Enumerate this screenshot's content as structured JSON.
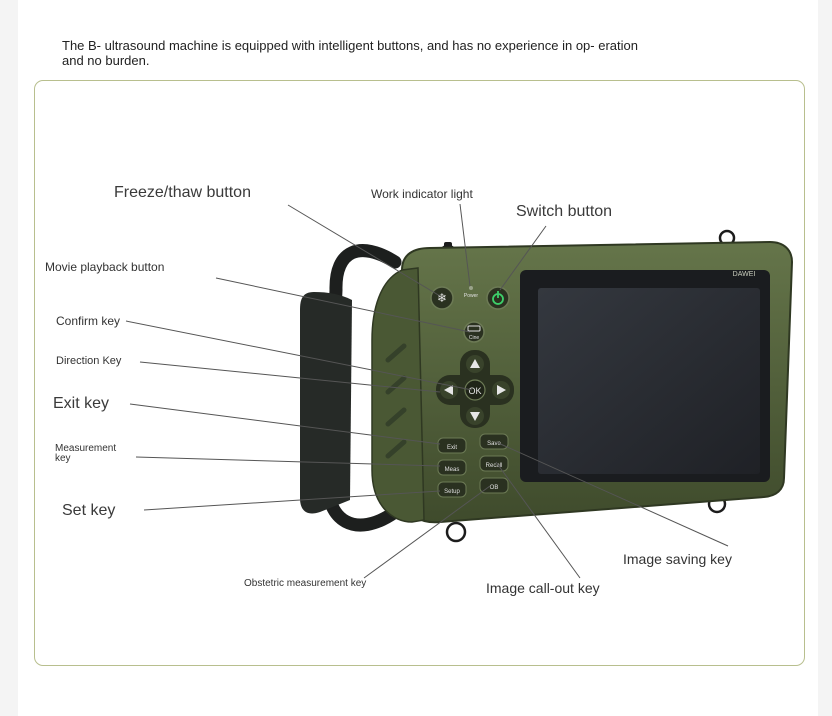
{
  "intro_text": "The B- ultrasound machine is equipped with intelligent buttons, and has no experience in op- eration and no burden.",
  "device": {
    "brand": "DAWEI",
    "power_label": "Power",
    "cine_label": "Cine",
    "ok_label": "OK",
    "exit_label": "Exit",
    "meas_label": "Meas",
    "setup_label": "Setup",
    "save_label": "Save",
    "recall_label": "Recall",
    "ob_label": "OB"
  },
  "labels": {
    "freeze_thaw": "Freeze/thaw button",
    "work_indicator": "Work indicator light",
    "switch_button": "Switch button",
    "movie_playback": "Movie playback button",
    "confirm_key": "Confirm key",
    "direction_key": "Direction Key",
    "exit_key": "Exit key",
    "measurement_key": "Measurement key",
    "set_key": "Set key",
    "image_saving": "Image saving key",
    "image_callout": "Image call-out key",
    "obstetric_key": "Obstetric measurement key"
  },
  "colors": {
    "body_green": "#52613a",
    "dark_green": "#3a4628",
    "screen": "#2a2d33",
    "leader": "#555555",
    "frame_border": "#b8bf8e"
  }
}
